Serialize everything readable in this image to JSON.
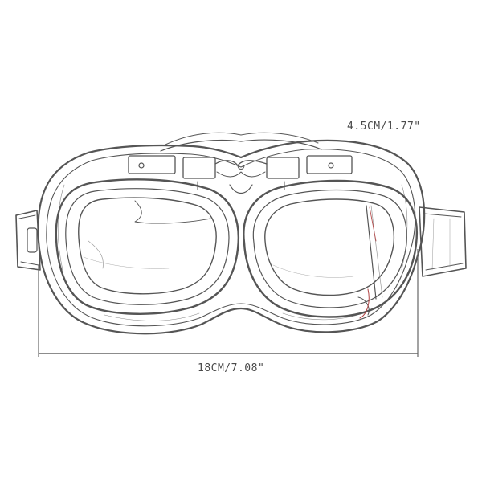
{
  "dimensions": {
    "height_label": "4.5CM/1.77\"",
    "width_label": "18CM/7.08\""
  },
  "product": {
    "icon": "aviator-goggles-sketch",
    "line_color": "#555555",
    "accent_line_color": "#b04040"
  }
}
